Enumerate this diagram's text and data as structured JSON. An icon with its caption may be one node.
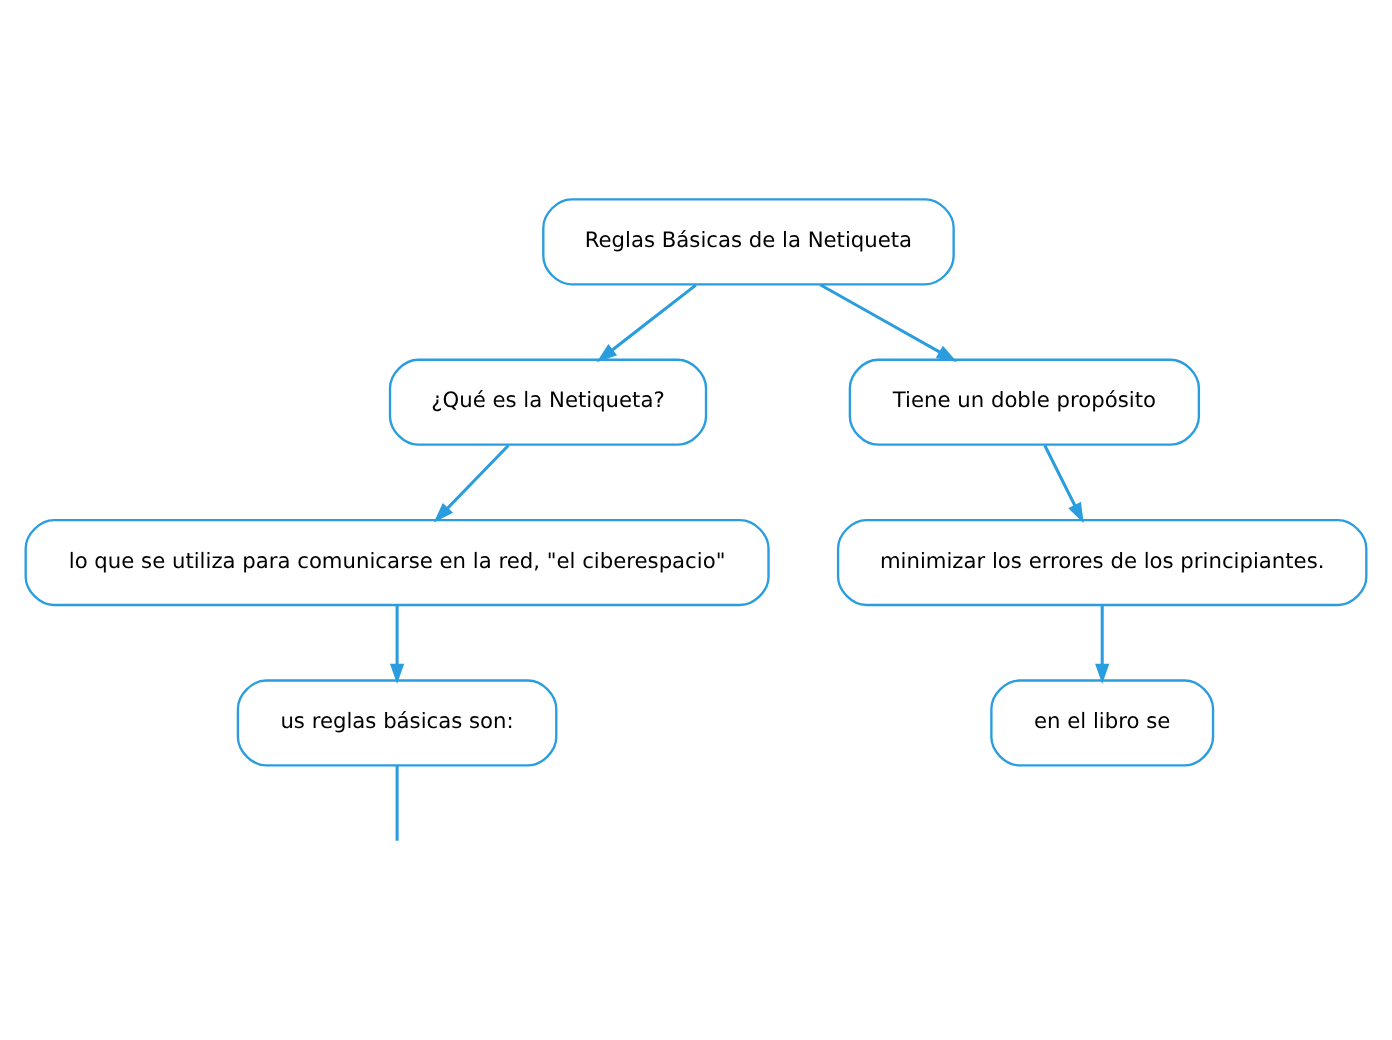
{
  "diagram": {
    "nodes": [
      {
        "text": [
          "Reglas Básicas de la Netiqueta"
        ]
      },
      {
        "text": [
          "¿Qué es la Netiqueta?"
        ]
      },
      {
        "text": [
          "Tiene un doble propósito"
        ]
      },
      {
        "text": [
          "lo que se utiliza para comunicarse en la red, \"el ciberespacio\""
        ]
      },
      {
        "text": [
          "us reglas básicas son:"
        ]
      },
      {
        "text": [
          "minimizar los errores de los principiantes."
        ]
      },
      {
        "text": [
          "en el libro se"
        ]
      }
    ],
    "edges": [
      {
        "from": 0,
        "to": 1,
        "arrow": "to"
      },
      {
        "from": 0,
        "to": 2,
        "arrow": "to"
      },
      {
        "from": 1,
        "to": 3,
        "arrow": "to"
      },
      {
        "from": 3,
        "to": 4,
        "arrow": "to"
      },
      {
        "from": 4,
        "to": null,
        "arrow": "none"
      },
      {
        "from": 2,
        "to": 5,
        "arrow": "to"
      },
      {
        "from": 5,
        "to": 6,
        "arrow": "to"
      }
    ]
  }
}
